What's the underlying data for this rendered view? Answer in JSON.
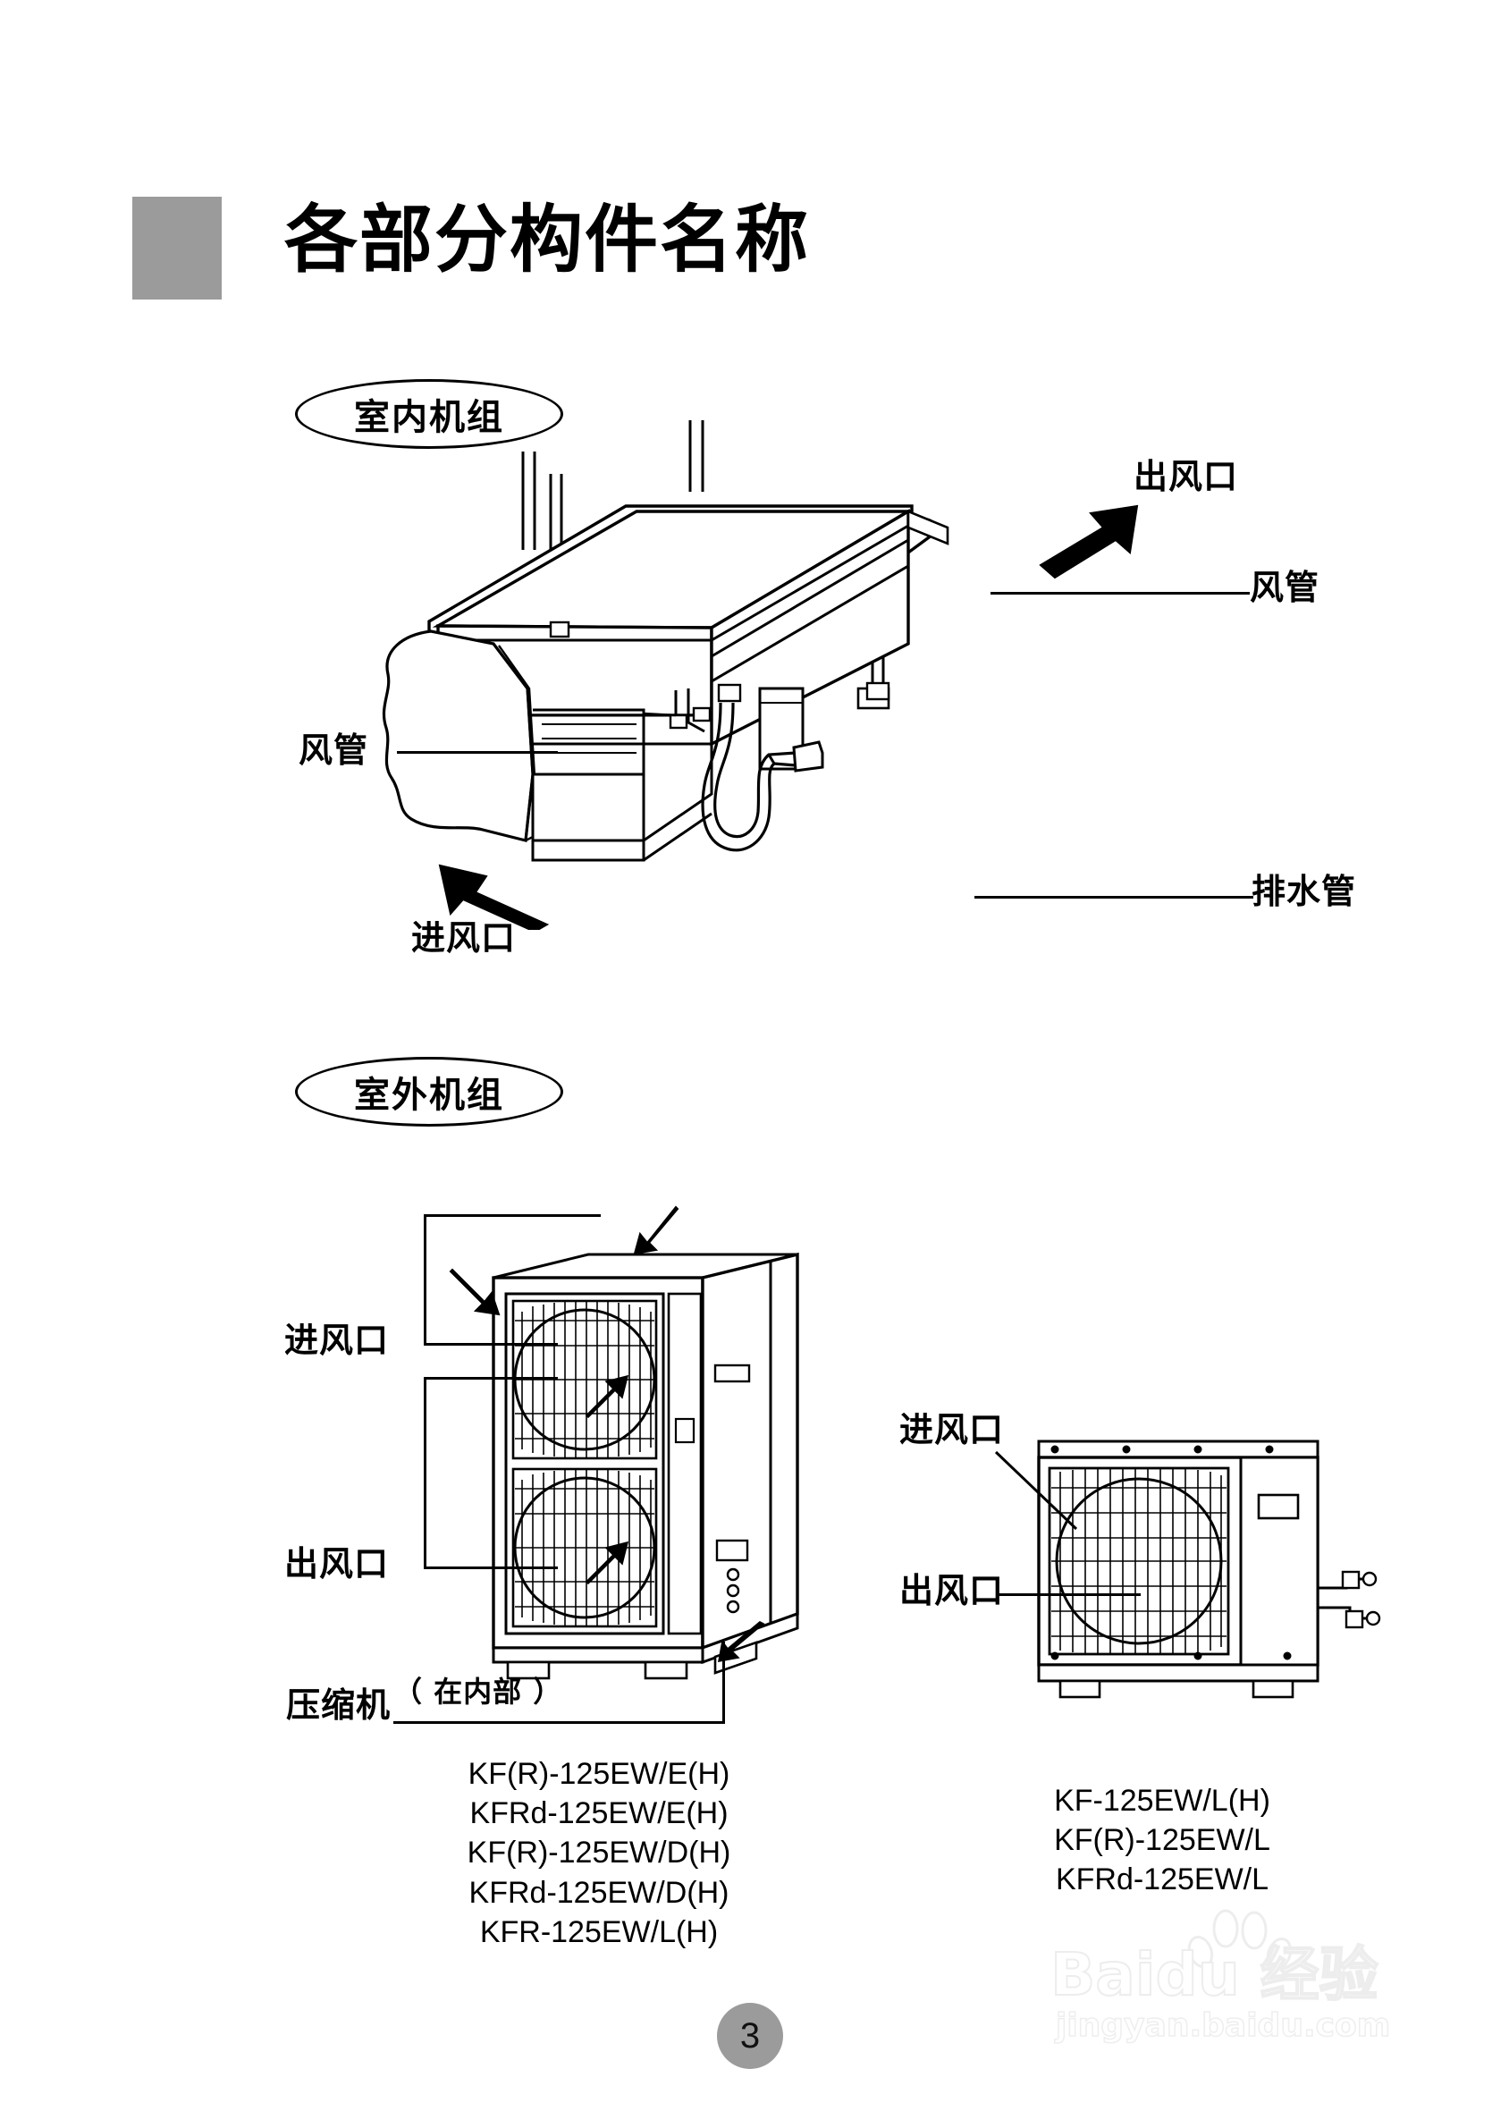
{
  "page": {
    "title": "各部分构件名称",
    "page_number": "3",
    "accent_color": "#9b9b9b",
    "line_color": "#000000"
  },
  "sections": [
    {
      "badge": "室内机组"
    },
    {
      "badge": "室外机组"
    }
  ],
  "indoor_unit": {
    "badge": "室内机组",
    "labels": {
      "air_outlet": "出风口",
      "duct_right": "风管",
      "duct_left": "风管",
      "air_inlet": "进风口",
      "drain_pipe": "排水管"
    }
  },
  "outdoor_unit_left": {
    "labels": {
      "air_inlet": "进风口",
      "air_outlet": "出风口",
      "compressor": "压缩机",
      "compressor_note": "（ 在内部 ）"
    },
    "models": [
      "KF(R)-125EW/E(H)",
      "KFRd-125EW/E(H)",
      "KF(R)-125EW/D(H)",
      "KFRd-125EW/D(H)",
      "KFR-125EW/L(H)"
    ]
  },
  "outdoor_unit_right": {
    "labels": {
      "air_inlet": "进风口",
      "air_outlet": "出风口"
    },
    "models": [
      "KF-125EW/L(H)",
      "KF(R)-125EW/L",
      "KFRd-125EW/L"
    ]
  },
  "watermark": {
    "main": "Baidu 经验",
    "sub": "jingyan.baidu.com"
  }
}
